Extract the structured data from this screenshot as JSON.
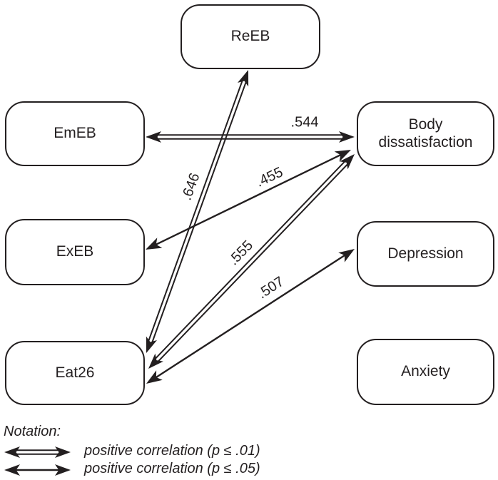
{
  "diagram": {
    "nodes": {
      "reeb": {
        "label": "ReEB"
      },
      "emeb": {
        "label": "EmEB"
      },
      "exeb": {
        "label": "ExEB"
      },
      "eat26": {
        "label": "Eat26"
      },
      "body": {
        "label": "Body dissatisfaction"
      },
      "depression": {
        "label": "Depression"
      },
      "anxiety": {
        "label": "Anxiety"
      }
    },
    "edges": [
      {
        "from": "EmEB",
        "to": "Body dissatisfaction",
        "value": ".544",
        "style": "double"
      },
      {
        "from": "Eat26",
        "to": "ReEB",
        "value": ".646",
        "style": "double"
      },
      {
        "from": "ExEB",
        "to": "Body dissatisfaction",
        "value": ".455",
        "style": "single"
      },
      {
        "from": "Eat26",
        "to": "Body dissatisfaction",
        "value": ".555",
        "style": "double"
      },
      {
        "from": "Eat26",
        "to": "Depression",
        "value": ".507",
        "style": "single"
      }
    ]
  },
  "legend": {
    "title": "Notation:",
    "items": [
      {
        "arrow": "double-line-arrow",
        "label": "positive correlation (p ≤ .01)"
      },
      {
        "arrow": "single-line-arrow",
        "label": "positive correlation (p ≤ .05)"
      }
    ]
  },
  "colors": {
    "ink": "#231f20",
    "background": "#ffffff"
  }
}
